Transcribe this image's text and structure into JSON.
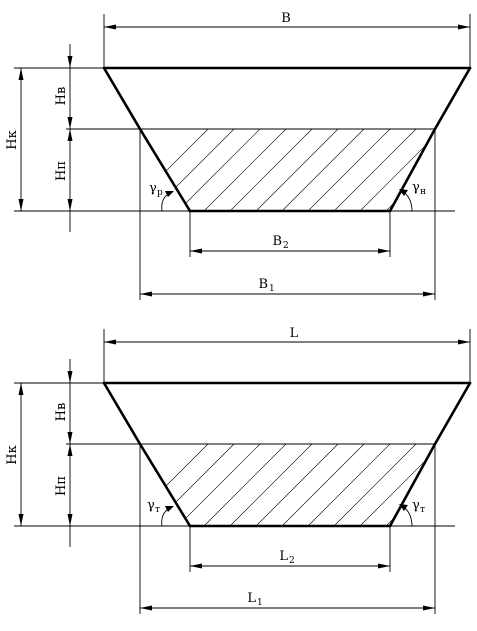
{
  "top_section": {
    "label_B": "B",
    "label_B1_main": "B",
    "label_B1_sub": "1",
    "label_B2_main": "B",
    "label_B2_sub": "2",
    "label_Hk": "Нк",
    "label_Hv": "Нв",
    "label_Hp": "Нп",
    "angle_left_main": "γ",
    "angle_left_sub": "р",
    "angle_right_main": "γ",
    "angle_right_sub": "н"
  },
  "bottom_section": {
    "label_L": "L",
    "label_L1_main": "L",
    "label_L1_sub": "1",
    "label_L2_main": "L",
    "label_L2_sub": "2",
    "label_Hk": "Нк",
    "label_Hv": "Нв",
    "label_Hp": "Нп",
    "angle_left_main": "γ",
    "angle_left_sub": "т",
    "angle_right_main": "γ",
    "angle_right_sub": "т"
  }
}
